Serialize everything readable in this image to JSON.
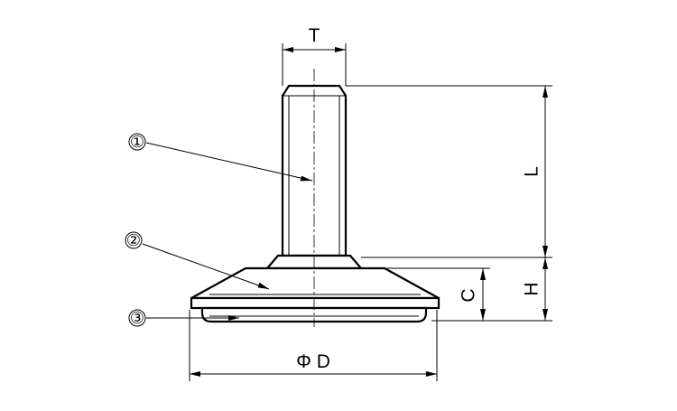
{
  "dimensions": {
    "thread": "T",
    "length": "L",
    "height": "H",
    "collar": "C",
    "diameter": "Φ D"
  },
  "callouts": [
    "①",
    "②",
    "③"
  ]
}
